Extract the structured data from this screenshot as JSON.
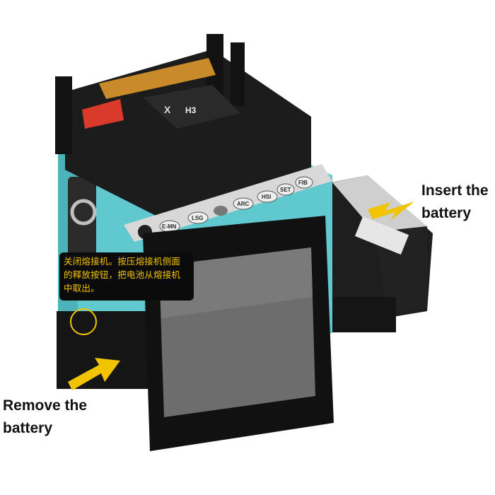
{
  "labels": {
    "insert_line1": "Insert the",
    "insert_line2": "battery",
    "remove_line1": "Remove the",
    "remove_line2": "battery"
  },
  "callout": {
    "line1": "关闭熔接机。按压熔接机侧面",
    "line2": "的释放按钮，把电池从熔接机",
    "line3": "中取出。"
  },
  "device": {
    "brand": "X",
    "model": "H3",
    "panel_buttons": [
      "E-MN",
      "LSG",
      "",
      "ARC",
      "HSI",
      "SET",
      "FIB"
    ]
  },
  "colors": {
    "arrow": "#f2c400",
    "device_body": "#5fc9cf",
    "device_cover": "#1c1c1c",
    "callout_text": "#f5c400",
    "callout_bg": "#0b0b0b"
  }
}
